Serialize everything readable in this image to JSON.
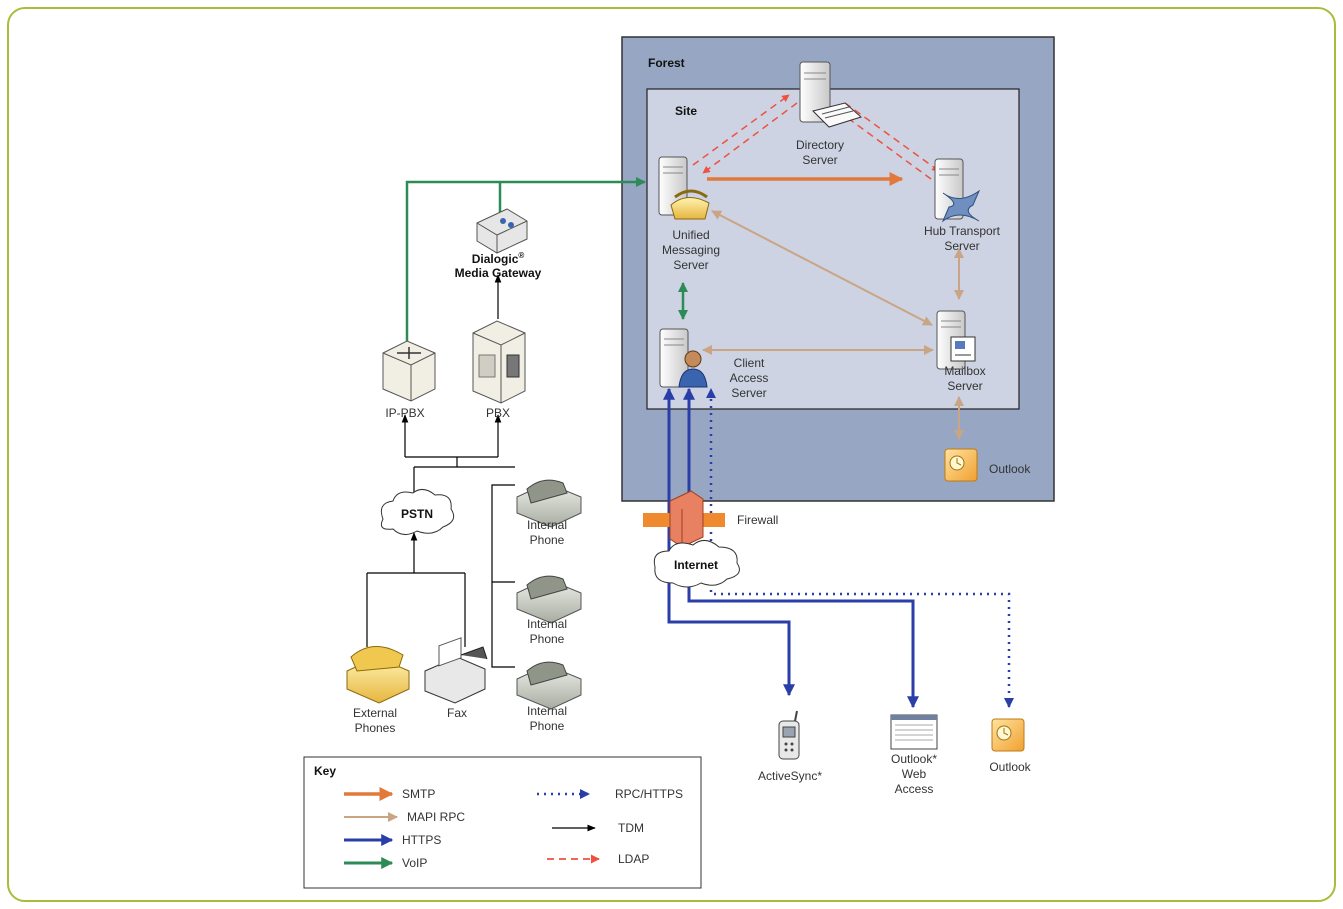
{
  "containers": {
    "forest_label": "Forest",
    "site_label": "Site"
  },
  "servers": {
    "directory": [
      "Directory",
      "Server"
    ],
    "unified_messaging": [
      "Unified",
      "Messaging",
      "Server"
    ],
    "hub_transport": [
      "Hub Transport",
      "Server"
    ],
    "client_access": [
      "Client",
      "Access",
      "Server"
    ],
    "mailbox": [
      "Mailbox",
      "Server"
    ]
  },
  "telephony": {
    "gateway": [
      "Dialogic",
      "Media Gateway"
    ],
    "gateway_mark": "®",
    "ip_pbx": "IP-PBX",
    "pbx": "PBX",
    "pstn": "PSTN",
    "internal_phone": [
      "Internal",
      "Phone"
    ],
    "external_phones": [
      "External",
      "Phones"
    ],
    "fax": "Fax"
  },
  "network": {
    "firewall": "Firewall",
    "internet": "Internet"
  },
  "clients": {
    "outlook_inside": "Outlook",
    "activesync": "ActiveSync*",
    "owa": [
      "Outlook*",
      "Web",
      "Access"
    ],
    "outlook_external": "Outlook"
  },
  "key": {
    "title": "Key",
    "items": [
      {
        "label": "SMTP",
        "color": "#e2783a",
        "style": "solid-thick"
      },
      {
        "label": "MAPI RPC",
        "color": "#c9a585",
        "style": "solid-thin"
      },
      {
        "label": "HTTPS",
        "color": "#2a3ea8",
        "style": "solid-thick"
      },
      {
        "label": "VoIP",
        "color": "#2e8b57",
        "style": "solid-thick"
      },
      {
        "label": "RPC/HTTPS",
        "color": "#2a3ea8",
        "style": "dotted"
      },
      {
        "label": "TDM",
        "color": "#000000",
        "style": "solid-thin"
      },
      {
        "label": "LDAP",
        "color": "#f08070",
        "style": "dashed"
      }
    ]
  },
  "colors": {
    "frame_border": "#a8bd3a",
    "forest_fill": "#97a6c2",
    "site_fill": "#cdd3e2",
    "smtp": "#e2783a",
    "mapi": "#c9a585",
    "https": "#2a3ea8",
    "voip": "#2e8b57",
    "ldap": "#f08070",
    "tdm": "#000000"
  }
}
